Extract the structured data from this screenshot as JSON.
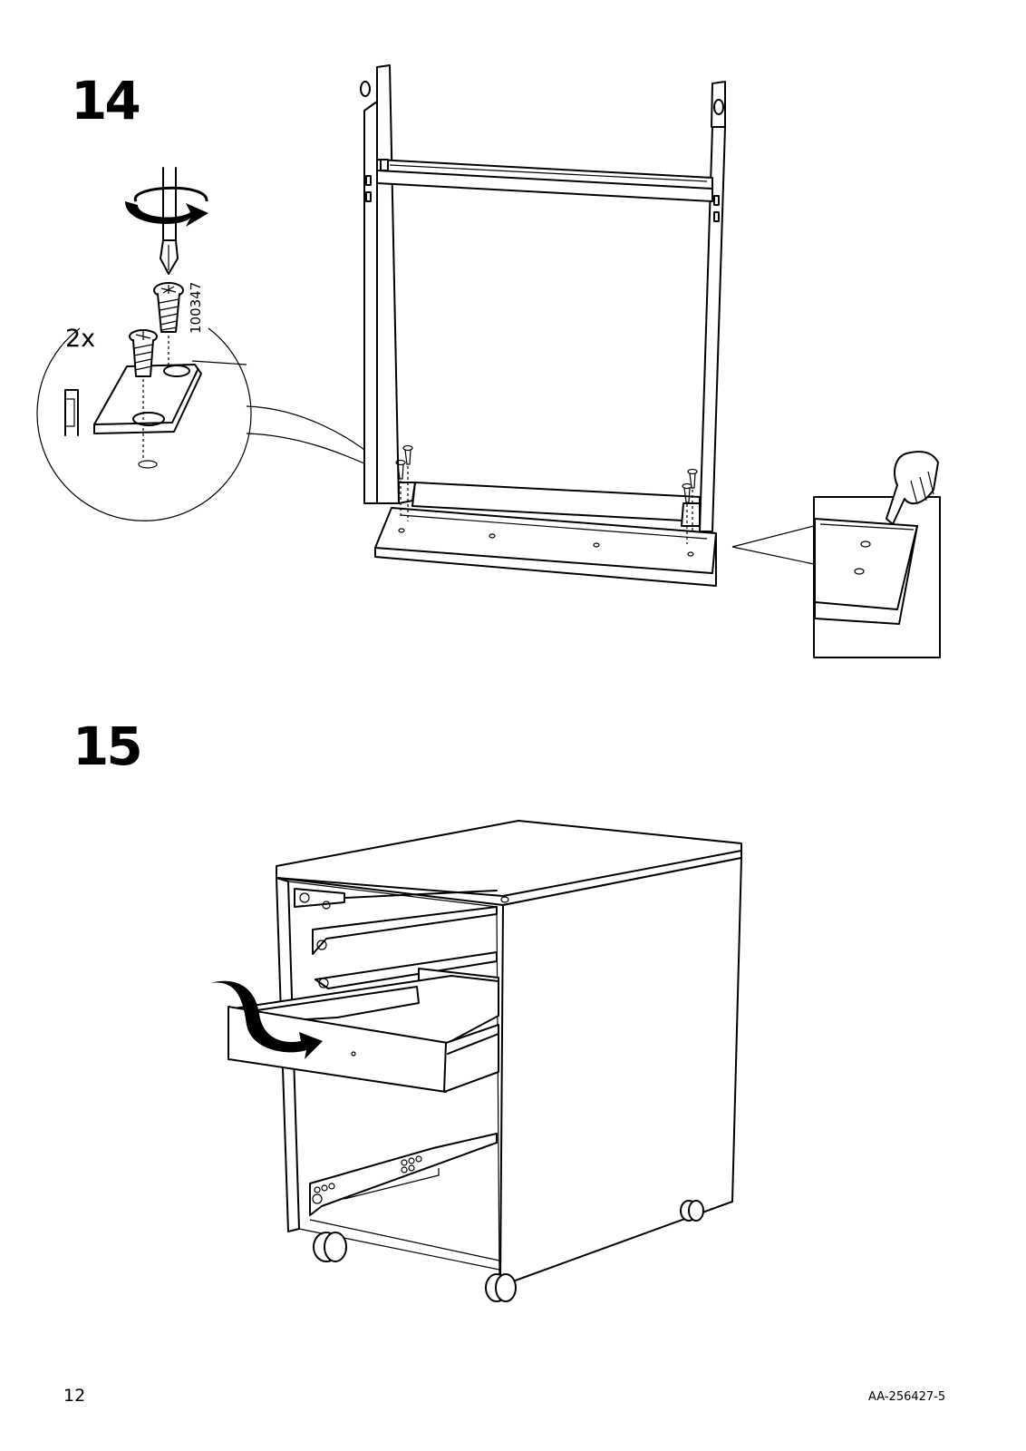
{
  "steps": {
    "step14": {
      "number": "14",
      "quantity": "2x",
      "part_number": "100347"
    },
    "step15": {
      "number": "15"
    }
  },
  "footer": {
    "page_number": "12",
    "document_code": "AA-256427-5"
  }
}
